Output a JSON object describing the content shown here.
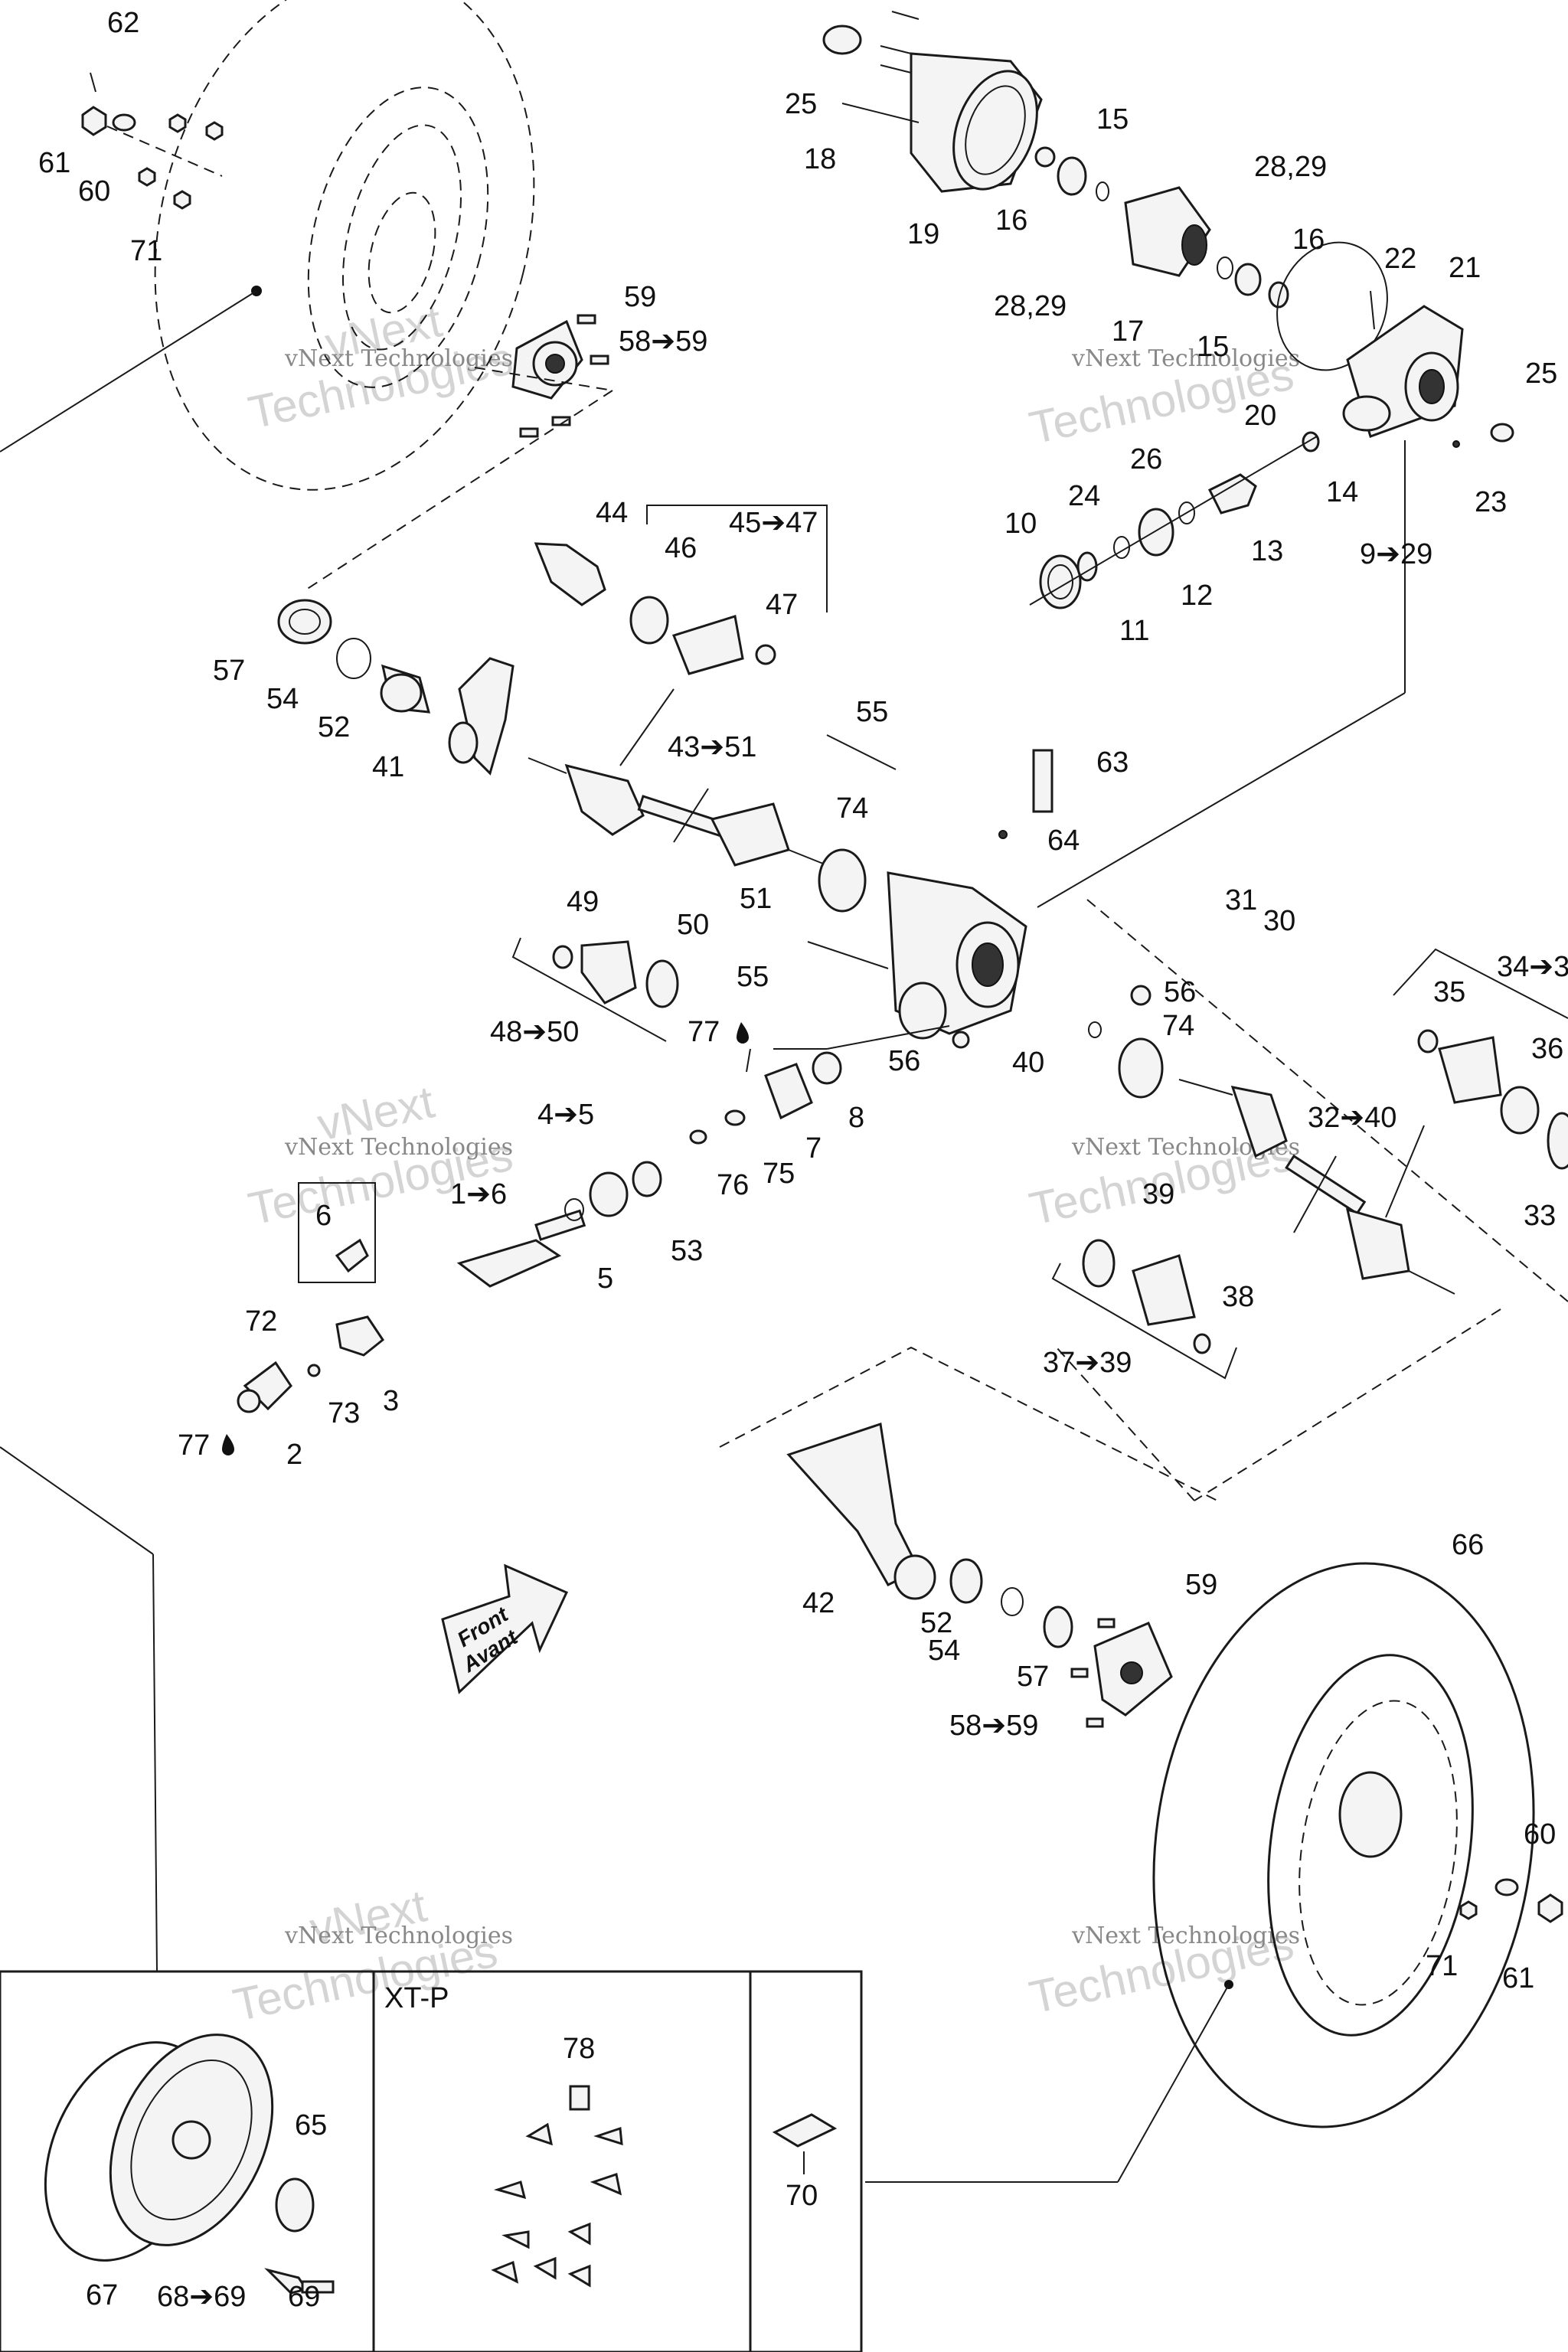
{
  "diagram": {
    "callouts": [
      {
        "id": "c62",
        "text": "62"
      },
      {
        "id": "c61a",
        "text": "61"
      },
      {
        "id": "c60a",
        "text": "60"
      },
      {
        "id": "c71a",
        "text": "71"
      },
      {
        "id": "c59a",
        "text": "59"
      },
      {
        "id": "c58a",
        "text": "58➔59"
      },
      {
        "id": "c25a",
        "text": "25"
      },
      {
        "id": "c18",
        "text": "18"
      },
      {
        "id": "c19",
        "text": "19"
      },
      {
        "id": "c16a",
        "text": "16"
      },
      {
        "id": "c15a",
        "text": "15"
      },
      {
        "id": "c2829a",
        "text": "28,29"
      },
      {
        "id": "c2829b",
        "text": "28,29"
      },
      {
        "id": "c17",
        "text": "17"
      },
      {
        "id": "c16b",
        "text": "16"
      },
      {
        "id": "c15b",
        "text": "15"
      },
      {
        "id": "c22",
        "text": "22"
      },
      {
        "id": "c21",
        "text": "21"
      },
      {
        "id": "c20",
        "text": "20"
      },
      {
        "id": "c25b",
        "text": "25"
      },
      {
        "id": "c23",
        "text": "23"
      },
      {
        "id": "c14",
        "text": "14"
      },
      {
        "id": "c26",
        "text": "26"
      },
      {
        "id": "c24",
        "text": "24"
      },
      {
        "id": "c10",
        "text": "10"
      },
      {
        "id": "c13",
        "text": "13"
      },
      {
        "id": "c12",
        "text": "12"
      },
      {
        "id": "c11",
        "text": "11"
      },
      {
        "id": "c929",
        "text": "9➔29"
      },
      {
        "id": "c44",
        "text": "44"
      },
      {
        "id": "c46",
        "text": "46"
      },
      {
        "id": "c4547",
        "text": "45➔47"
      },
      {
        "id": "c47",
        "text": "47"
      },
      {
        "id": "c57a",
        "text": "57"
      },
      {
        "id": "c54a",
        "text": "54"
      },
      {
        "id": "c52a",
        "text": "52"
      },
      {
        "id": "c41",
        "text": "41"
      },
      {
        "id": "c4351",
        "text": "43➔51"
      },
      {
        "id": "c55a",
        "text": "55"
      },
      {
        "id": "c63",
        "text": "63"
      },
      {
        "id": "c74a",
        "text": "74"
      },
      {
        "id": "c64",
        "text": "64"
      },
      {
        "id": "c49",
        "text": "49"
      },
      {
        "id": "c50",
        "text": "50"
      },
      {
        "id": "c51",
        "text": "51"
      },
      {
        "id": "c4850",
        "text": "48➔50"
      },
      {
        "id": "c55b",
        "text": "55"
      },
      {
        "id": "c31",
        "text": "31"
      },
      {
        "id": "c30",
        "text": "30"
      },
      {
        "id": "c3436",
        "text": "34➔3"
      },
      {
        "id": "c35",
        "text": "35"
      },
      {
        "id": "c36",
        "text": "36"
      },
      {
        "id": "c56a",
        "text": "56"
      },
      {
        "id": "c74b",
        "text": "74"
      },
      {
        "id": "c77a",
        "text": "77"
      },
      {
        "id": "c56b",
        "text": "56"
      },
      {
        "id": "c40",
        "text": "40"
      },
      {
        "id": "c3240",
        "text": "32➔40"
      },
      {
        "id": "c33",
        "text": "33"
      },
      {
        "id": "c8",
        "text": "8"
      },
      {
        "id": "c7",
        "text": "7"
      },
      {
        "id": "c75",
        "text": "75"
      },
      {
        "id": "c76",
        "text": "76"
      },
      {
        "id": "c45",
        "text": "4➔5"
      },
      {
        "id": "c16",
        "text": "1➔6"
      },
      {
        "id": "c5",
        "text": "5"
      },
      {
        "id": "c53",
        "text": "53"
      },
      {
        "id": "c39",
        "text": "39"
      },
      {
        "id": "c38",
        "text": "38"
      },
      {
        "id": "c3739",
        "text": "37➔39"
      },
      {
        "id": "c6",
        "text": "6"
      },
      {
        "id": "c72",
        "text": "72"
      },
      {
        "id": "c73",
        "text": "73"
      },
      {
        "id": "c3",
        "text": "3"
      },
      {
        "id": "c77b",
        "text": "77"
      },
      {
        "id": "c2",
        "text": "2"
      },
      {
        "id": "c66",
        "text": "66"
      },
      {
        "id": "c42",
        "text": "42"
      },
      {
        "id": "c59b",
        "text": "59"
      },
      {
        "id": "c52b",
        "text": "52"
      },
      {
        "id": "c54b",
        "text": "54"
      },
      {
        "id": "c57b",
        "text": "57"
      },
      {
        "id": "c58b",
        "text": "58➔59"
      },
      {
        "id": "c60b",
        "text": "60"
      },
      {
        "id": "c71b",
        "text": "71"
      },
      {
        "id": "c61b",
        "text": "61"
      },
      {
        "id": "c78",
        "text": "78"
      },
      {
        "id": "c65",
        "text": "65"
      },
      {
        "id": "c67",
        "text": "67"
      },
      {
        "id": "c6869",
        "text": "68➔69"
      },
      {
        "id": "c69",
        "text": "69"
      },
      {
        "id": "c70",
        "text": "70"
      }
    ],
    "front_arrow": {
      "line1": "Front",
      "line2": "Avant"
    },
    "variant_label": "XT-P",
    "watermark": {
      "line1": "vNext",
      "line2": "vNext Technologies",
      "line3": "Technologies"
    }
  }
}
